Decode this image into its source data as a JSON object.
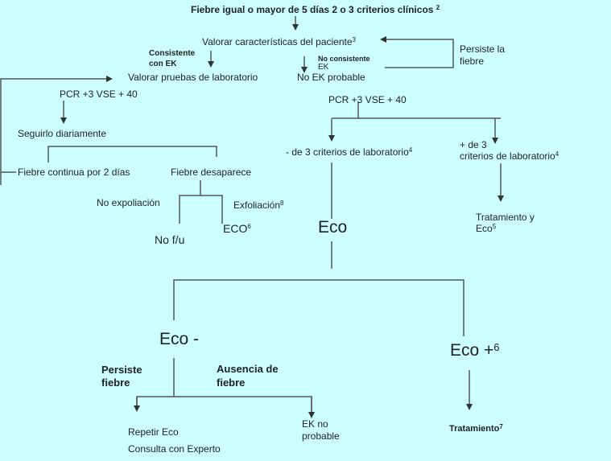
{
  "title": {
    "text": "Fiebre igual o mayor de 5 días 2 o 3 criterios clínicos",
    "sup": "2"
  },
  "nodes": {
    "valorar_paciente": {
      "text": "Valorar características del paciente",
      "sup": "3"
    },
    "consistente_1": "Consistente",
    "consistente_2": "con EK",
    "valorar_lab": "Valorar pruebas de laboratorio",
    "no_consistente_1": "No consistente",
    "no_consistente_2": "EK",
    "no_ek_probable": "No EK probable",
    "persiste_1": "Persiste la",
    "persiste_2": "fiebre",
    "pcr_left": "PCR +3 VSE + 40",
    "seguirlo": "Seguirlo diariamente",
    "fiebre_continua": "Fiebre continua  por 2 días",
    "fiebre_desaparece": "Fiebre desaparece",
    "no_expoliacion": "No  expoliación",
    "exfoliacion": {
      "text": "Exfoliación",
      "sup": "8"
    },
    "eco6": {
      "text": "ECO",
      "sup": "6"
    },
    "no_fu": "No f/u",
    "pcr_right": "PCR +3 VSE + 40",
    "menos_criterios": {
      "text": "- de 3 criterios de laboratorio",
      "sup": "4"
    },
    "mas_criterios_1": "+ de 3",
    "mas_criterios_2": {
      "text": "criterios de laboratorio",
      "sup": "4"
    },
    "tratamiento_eco_1": "Tratamiento y",
    "tratamiento_eco_2": {
      "text": "Eco",
      "sup": "5"
    },
    "eco": "Eco",
    "eco_neg": "Eco -",
    "eco_pos": {
      "text": "Eco +",
      "sup": "6"
    },
    "persiste_fiebre_1": "Persiste",
    "persiste_fiebre_2": "fiebre",
    "ausencia_1": "Ausencia de",
    "ausencia_2": "fiebre",
    "repetir_eco": "Repetir Eco",
    "consulta": "Consulta con Experto",
    "ek_no_1": "EK no",
    "ek_no_2": "probable",
    "tratamiento7": {
      "text": "Tratamiento",
      "sup": "7"
    }
  },
  "colors": {
    "background": "#ccffff",
    "line": "#555555",
    "text": "#222222"
  }
}
